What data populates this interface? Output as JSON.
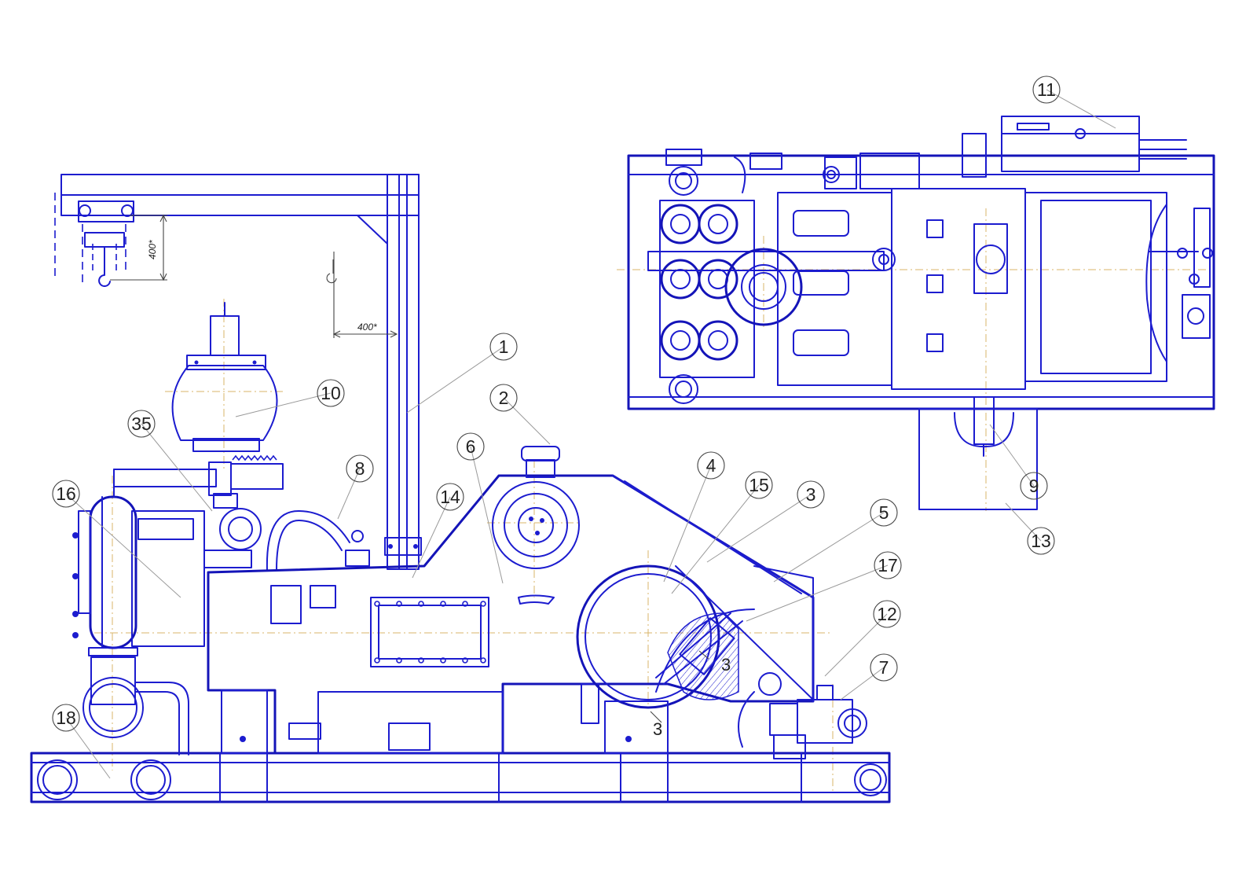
{
  "callouts": [
    {
      "id": "1",
      "label": "1"
    },
    {
      "id": "2",
      "label": "2"
    },
    {
      "id": "3",
      "label": "3"
    },
    {
      "id": "4",
      "label": "4"
    },
    {
      "id": "5",
      "label": "5"
    },
    {
      "id": "6",
      "label": "6"
    },
    {
      "id": "7",
      "label": "7"
    },
    {
      "id": "8",
      "label": "8"
    },
    {
      "id": "9",
      "label": "9"
    },
    {
      "id": "10",
      "label": "10"
    },
    {
      "id": "11",
      "label": "11"
    },
    {
      "id": "12",
      "label": "12"
    },
    {
      "id": "13",
      "label": "13"
    },
    {
      "id": "14",
      "label": "14"
    },
    {
      "id": "15",
      "label": "15"
    },
    {
      "id": "16",
      "label": "16"
    },
    {
      "id": "17",
      "label": "17"
    },
    {
      "id": "18",
      "label": "18"
    },
    {
      "id": "35",
      "label": "35"
    }
  ],
  "dimensions": {
    "crane_height": "400*",
    "hook_reach": "400*"
  },
  "section_marks": {
    "mark_a": "3",
    "mark_b": "3"
  },
  "colors": {
    "line": "#1c1ccf",
    "centerline": "#d8b46a",
    "leader": "#9a9a9a"
  }
}
